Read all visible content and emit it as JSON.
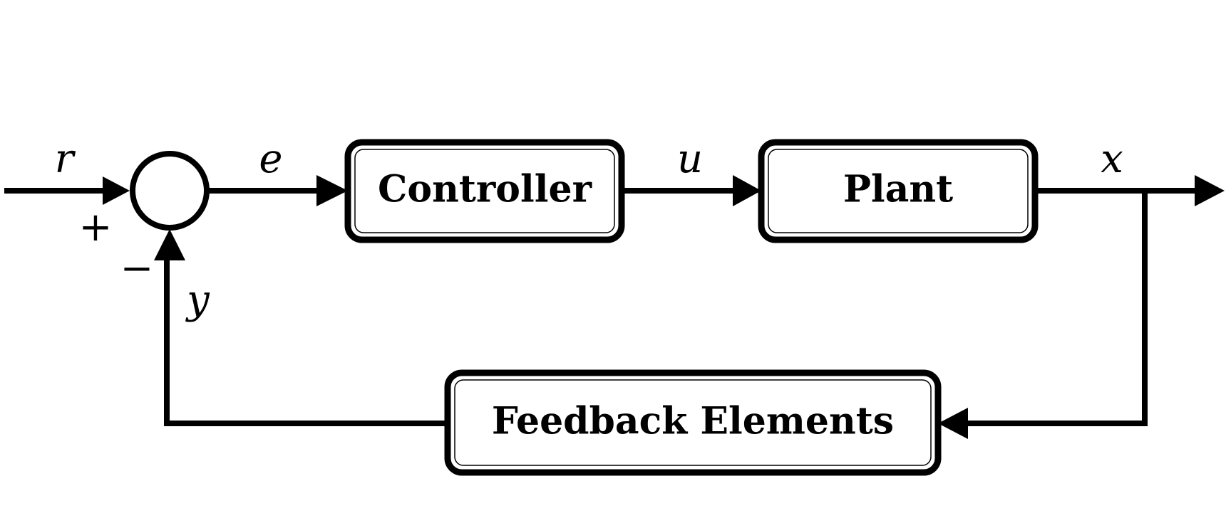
{
  "blocks": {
    "controller": "Controller",
    "plant": "Plant",
    "feedback": "Feedback Elements"
  },
  "signals": {
    "reference": "r",
    "error": "e",
    "control": "u",
    "output": "x",
    "feedback": "y"
  },
  "summing_junction": {
    "plus_sign": "+",
    "minus_sign": "−"
  },
  "colors": {
    "stroke": "#000000",
    "background": "#ffffff"
  }
}
